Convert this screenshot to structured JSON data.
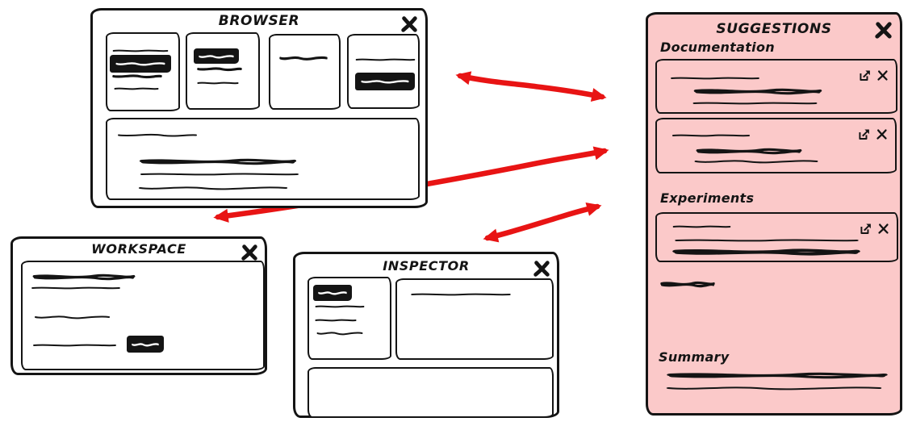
{
  "windows": {
    "browser": {
      "title": "BROWSER",
      "thumbnail_count": 4
    },
    "workspace": {
      "title": "WORKSPACE"
    },
    "inspector": {
      "title": "INSPECTOR"
    },
    "suggestions": {
      "title": "SUGGESTIONS",
      "sections": [
        {
          "label": "Documentation",
          "card_count": 2
        },
        {
          "label": "Experiments",
          "card_count": 1
        },
        {
          "label": "Summary",
          "card_count": 0
        }
      ]
    }
  },
  "icons": {
    "close_glyph": "✕",
    "card_dismiss_glyph": "✕",
    "open_external_glyph": "↗"
  },
  "colors": {
    "suggestions_panel": "#fbc9c9",
    "arrow_red": "#e81414",
    "ink": "#141414"
  },
  "connections": [
    {
      "from": "browser",
      "to": "suggestions",
      "style": "double-headed"
    },
    {
      "from": "workspace",
      "to": "suggestions",
      "style": "double-headed"
    },
    {
      "from": "inspector",
      "to": "suggestions",
      "style": "double-headed"
    }
  ]
}
